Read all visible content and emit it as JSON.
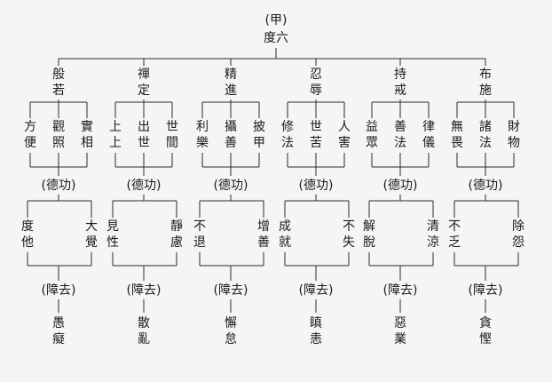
{
  "root": {
    "label": "(甲)",
    "title": "度六"
  },
  "columns": [
    {
      "name": "般若",
      "subs": [
        "方便",
        "觀照",
        "實相"
      ],
      "merit_label": "(德功)",
      "merit": [
        "度他",
        "大覺"
      ],
      "hindrance_label": "(障去)",
      "hindrance": "愚癡"
    },
    {
      "name": "禪定",
      "subs": [
        "上上",
        "出世",
        "世間"
      ],
      "merit_label": "(德功)",
      "merit": [
        "見性",
        "靜慮"
      ],
      "hindrance_label": "(障去)",
      "hindrance": "散亂"
    },
    {
      "name": "精進",
      "subs": [
        "利樂",
        "攝善",
        "披甲"
      ],
      "merit_label": "(德功)",
      "merit": [
        "不退",
        "增善"
      ],
      "hindrance_label": "(障去)",
      "hindrance": "懈怠"
    },
    {
      "name": "忍辱",
      "subs": [
        "修法",
        "世苦",
        "人害"
      ],
      "merit_label": "(德功)",
      "merit": [
        "成就",
        "不失"
      ],
      "hindrance_label": "(障去)",
      "hindrance": "瞋恚"
    },
    {
      "name": "持戒",
      "subs": [
        "益眾",
        "善法",
        "律儀"
      ],
      "merit_label": "(德功)",
      "merit": [
        "解脫",
        "清涼"
      ],
      "hindrance_label": "(障去)",
      "hindrance": "惡業"
    },
    {
      "name": "布施",
      "subs": [
        "無畏",
        "諸法",
        "財物"
      ],
      "merit_label": "(德功)",
      "merit": [
        "不乏",
        "除怨"
      ],
      "hindrance_label": "(障去)",
      "hindrance": "貪慳"
    }
  ]
}
